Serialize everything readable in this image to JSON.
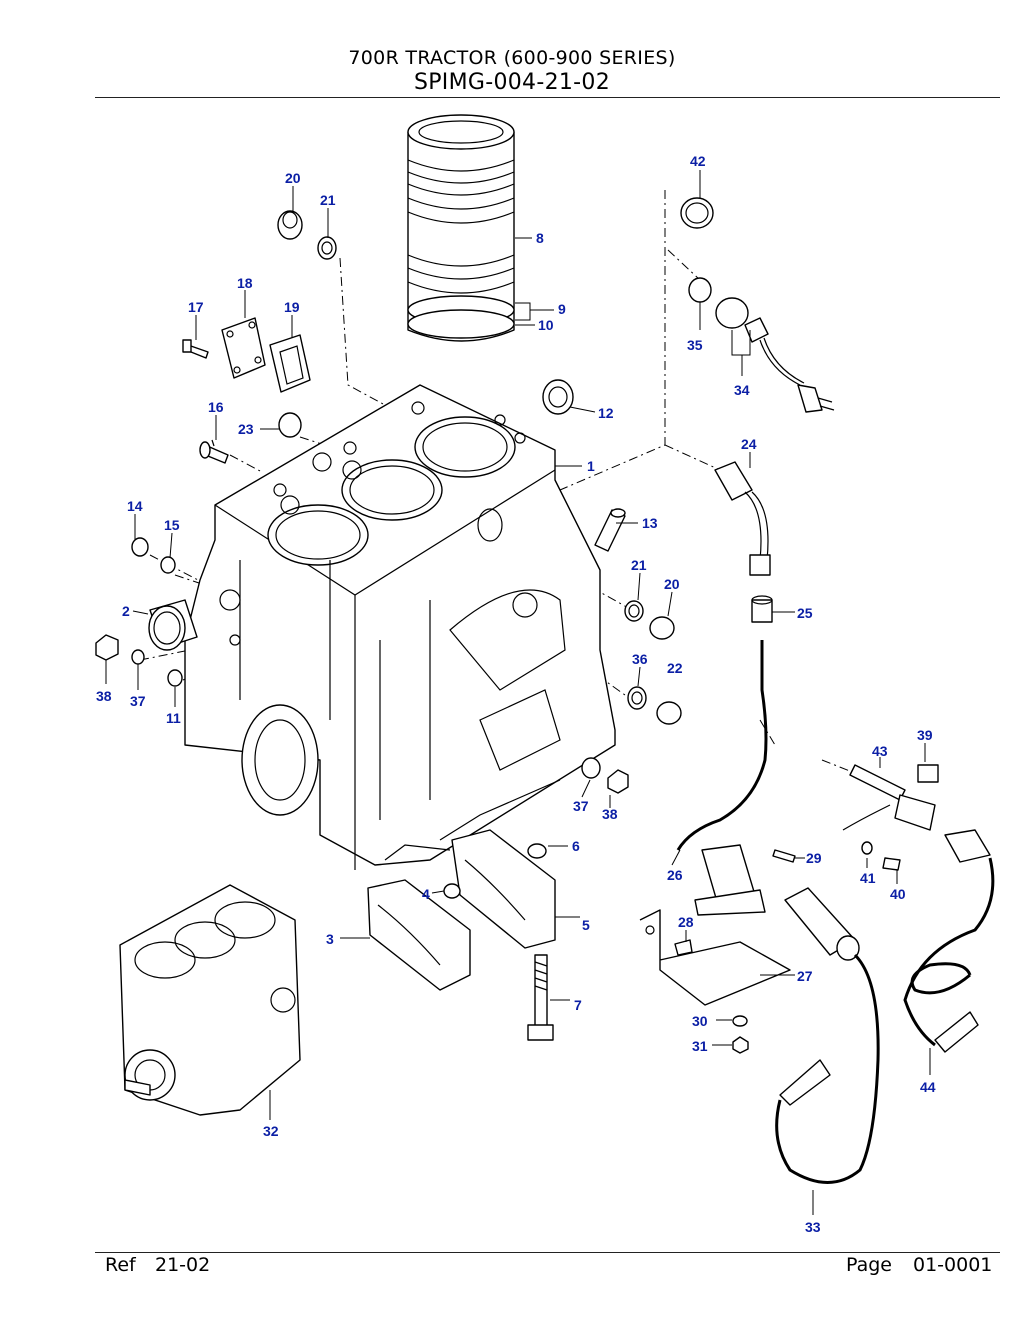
{
  "header": {
    "title": "700R TRACTOR (600-900 SERIES)",
    "ref_code": "SPIMG-004-21-02"
  },
  "footer": {
    "ref_label": "Ref",
    "ref_value": "21-02",
    "page_label": "Page",
    "page_value": "01-0001"
  },
  "callouts": {
    "c1": "1",
    "c2": "2",
    "c3": "3",
    "c4": "4",
    "c5": "5",
    "c6": "6",
    "c7": "7",
    "c8": "8",
    "c9": "9",
    "c10": "10",
    "c11": "11",
    "c12": "12",
    "c13": "13",
    "c14": "14",
    "c15": "15",
    "c16": "16",
    "c17": "17",
    "c18": "18",
    "c19": "19",
    "c20a": "20",
    "c20b": "20",
    "c21a": "21",
    "c21b": "21",
    "c22": "22",
    "c23": "23",
    "c24": "24",
    "c25": "25",
    "c26": "26",
    "c27": "27",
    "c28": "28",
    "c29": "29",
    "c30": "30",
    "c31": "31",
    "c32": "32",
    "c33": "33",
    "c34": "34",
    "c35": "35",
    "c36": "36",
    "c37a": "37",
    "c37b": "37",
    "c38a": "38",
    "c38b": "38",
    "c39": "39",
    "c40": "40",
    "c41": "41",
    "c42": "42",
    "c43": "43",
    "c44": "44"
  },
  "colors": {
    "callout": "#0b1fa5",
    "line": "#000000"
  }
}
